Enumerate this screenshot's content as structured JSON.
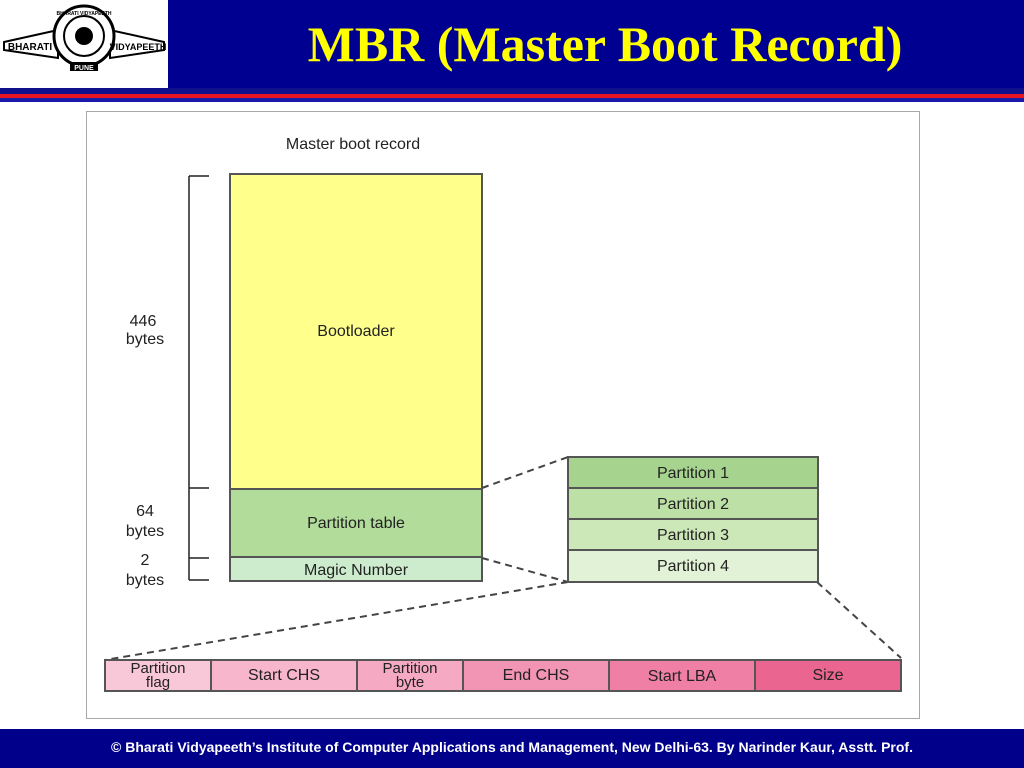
{
  "logo": {
    "left_text": "BHARATI",
    "right_text": "VIDYAPEETH",
    "ring_text": "BHARATI VIDYAPEETH",
    "bottom_text": "PUNE"
  },
  "slide": {
    "title": "MBR (Master Boot Record)"
  },
  "diagram": {
    "heading": "Master boot record",
    "sizes": [
      {
        "value": "446",
        "unit": "bytes"
      },
      {
        "value": "64",
        "unit": "bytes"
      },
      {
        "value": "2",
        "unit": "bytes"
      }
    ],
    "sections": [
      {
        "label": "Bootloader",
        "color": "#ffff8c"
      },
      {
        "label": "Partition table",
        "color": "#b2dc9a"
      },
      {
        "label": "Magic Number",
        "color": "#cdeccd"
      }
    ],
    "partitions": [
      {
        "label": "Partition 1",
        "color": "#a6d48f"
      },
      {
        "label": "Partition 2",
        "color": "#bde0a6"
      },
      {
        "label": "Partition 3",
        "color": "#cde8b8"
      },
      {
        "label": "Partition 4",
        "color": "#e2f2d6"
      }
    ],
    "entry_fields": [
      {
        "line1": "Partition",
        "line2": "flag",
        "color": "#f9c8d8"
      },
      {
        "line1": "Start CHS",
        "line2": "",
        "color": "#f7b6cb"
      },
      {
        "line1": "Partition",
        "line2": "byte",
        "color": "#f5a9c2"
      },
      {
        "line1": "End CHS",
        "line2": "",
        "color": "#f294b3"
      },
      {
        "line1": "Start LBA",
        "line2": "",
        "color": "#ef7fa4"
      },
      {
        "line1": "Size",
        "line2": "",
        "color": "#ea6590"
      }
    ]
  },
  "footer": {
    "text": "© Bharati Vidyapeeth’s Institute of Computer Applications and Management, New Delhi-63. By Narinder Kaur, Asstt. Prof."
  }
}
